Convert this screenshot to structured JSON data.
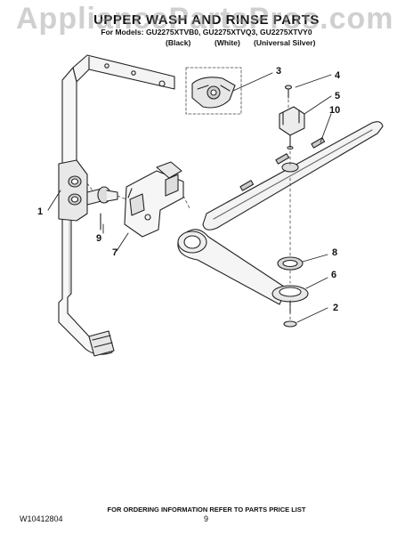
{
  "header": {
    "title": "UPPER WASH AND RINSE PARTS",
    "models": "For Models: GU2275XTVB0, GU2275XTVQ3, GU2275XTVY0",
    "colors": [
      "(Black)",
      "(White)",
      "(Universal Silver)"
    ]
  },
  "watermark": "AppliancePartsPros.com",
  "callouts": [
    "1",
    "2",
    "3",
    "4",
    "5",
    "6",
    "7",
    "8",
    "9",
    "10"
  ],
  "footer": {
    "note": "FOR ORDERING INFORMATION REFER TO PARTS PRICE LIST",
    "doc_number": "W10412804",
    "page_number": "9"
  }
}
